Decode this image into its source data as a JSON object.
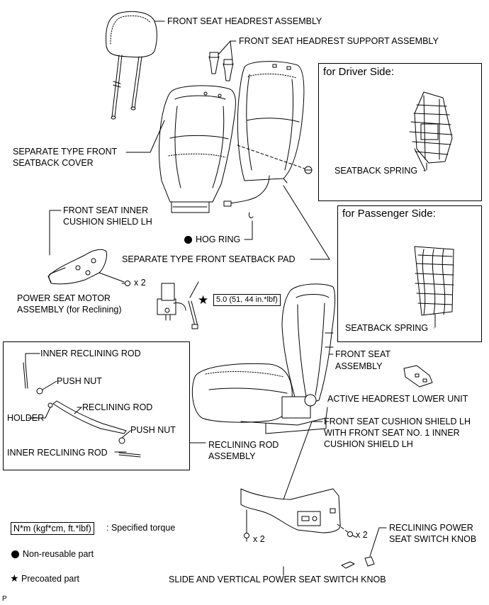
{
  "labels": {
    "headrest_assembly": "FRONT SEAT HEADREST ASSEMBLY",
    "headrest_support": "FRONT SEAT HEADREST SUPPORT ASSEMBLY",
    "seatback_cover_l1": "SEPARATE TYPE FRONT",
    "seatback_cover_l2": "SEATBACK COVER",
    "inner_cushion_l1": "FRONT SEAT INNER",
    "inner_cushion_l2": "CUSHION SHIELD LH",
    "hog_ring": "HOG RING",
    "seatback_pad": "SEPARATE TYPE FRONT SEATBACK PAD",
    "x2_motor": "x 2",
    "motor_l1": "POWER SEAT MOTOR",
    "motor_l2": "ASSEMBLY (for Reclining)",
    "torque_value": "5.0 (51, 44 in.*lbf)",
    "inner_rod_top": "INNER RECLINING ROD",
    "push_nut_1": "PUSH NUT",
    "holder": "HOLDER",
    "reclining_rod": "RECLINING ROD",
    "push_nut_2": "PUSH NUT",
    "inner_rod_bottom": "INNER RECLINING ROD",
    "rod_assembly_l1": "RECLINING ROD",
    "rod_assembly_l2": "ASSEMBLY",
    "front_seat_l1": "FRONT SEAT",
    "front_seat_l2": "ASSEMBLY",
    "active_headrest": "ACTIVE HEADREST LOWER UNIT",
    "cushion_shield_l1": "FRONT SEAT CUSHION SHIELD LH",
    "cushion_shield_l2": "WITH FRONT SEAT NO. 1 INNER",
    "cushion_shield_l3": "CUSHION SHIELD LH",
    "x2_left": "x 2",
    "x2_right": "x 2",
    "recline_knob_l1": "RECLINING POWER",
    "recline_knob_l2": "SEAT SWITCH KNOB",
    "slide_knob": "SLIDE AND VERTICAL POWER SEAT SWITCH KNOB"
  },
  "driver_box": {
    "title": "for Driver Side:",
    "spring_label": "SEATBACK SPRING"
  },
  "passenger_box": {
    "title": "for Passenger Side:",
    "spring_label": "SEATBACK SPRING"
  },
  "legend": {
    "torque_unit": "N*m (kgf*cm, ft.*lbf)",
    "torque_desc": ": Specified torque",
    "nonreusable": "Non-reusable part",
    "precoated": "Precoated part"
  },
  "corner_mark": "P"
}
